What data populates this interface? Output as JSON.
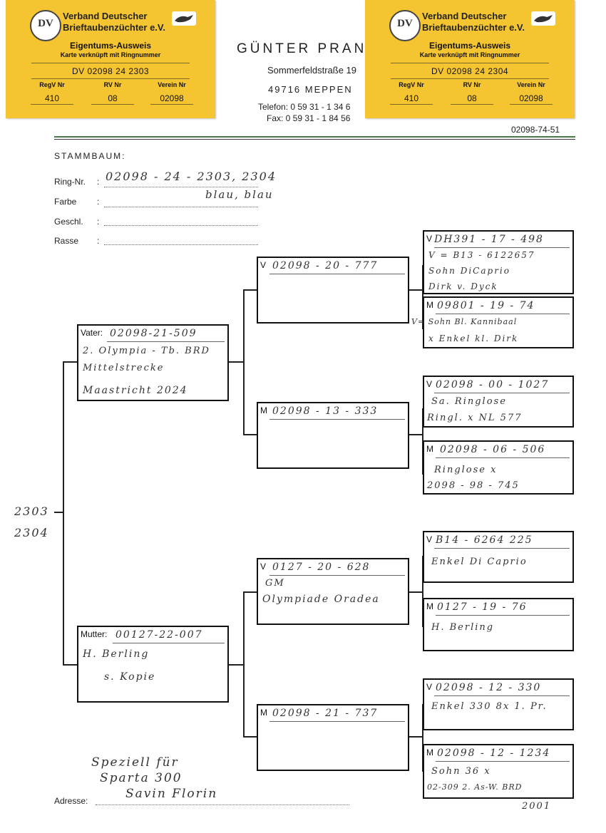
{
  "cards": [
    {
      "org_line1": "Verband Deutscher",
      "org_line2": "Brieftaubenzüchter e.V.",
      "title": "Eigentums-Ausweis",
      "subtitle": "Karte verknüpft mit Ringnummer",
      "ring_number": "DV 02098 24 2303",
      "regv_label": "RegV Nr",
      "regv_value": "410",
      "rv_label": "RV Nr",
      "rv_value": "08",
      "verein_label": "Verein Nr",
      "verein_value": "02098"
    },
    {
      "org_line1": "Verband Deutscher",
      "org_line2": "Brieftaubenzüchter e.V.",
      "title": "Eigentums-Ausweis",
      "subtitle": "Karte verknüpft mit Ringnummer",
      "ring_number": "DV 02098 24 2304",
      "regv_label": "RegV Nr",
      "regv_value": "410",
      "rv_label": "RV Nr",
      "rv_value": "08",
      "verein_label": "Verein Nr",
      "verein_value": "02098"
    }
  ],
  "logo_letters": "DV",
  "header": {
    "name": "GÜNTER PRAN",
    "street": "Sommerfeldstraße 19",
    "city": "49716 MEPPEN",
    "phone": "Telefon: 0 59 31 - 1 34 6",
    "fax": "Fax: 0 59 31 - 1 84 56",
    "code": "02098-74-51"
  },
  "form": {
    "heading": "STAMMBAUM:",
    "ring_label": "Ring-Nr.",
    "ring_value": "02098 - 24 - 2303, 2304",
    "farbe_label": "Farbe",
    "farbe_value": "blau, blau",
    "geschl_label": "Geschl.",
    "rasse_label": "Rasse",
    "colon": ":"
  },
  "root_label_line1": "2303",
  "root_label_line2": "2304",
  "pedigree": {
    "vater": {
      "tag": "Vater:",
      "ring": "02098-21-509",
      "notes": [
        "2. Olympia - Tb. BRD",
        "Mittelstrecke",
        "Maastricht 2024"
      ]
    },
    "mutter": {
      "tag": "Mutter:",
      "ring": "00127-22-007",
      "notes": [
        "H. Berling",
        "s. Kopie"
      ]
    },
    "vv": {
      "tag": "V",
      "ring": "02098 - 20 - 777"
    },
    "vm": {
      "tag": "M",
      "ring": "02098 - 13 - 333"
    },
    "mv": {
      "tag": "V",
      "ring": "0127 - 20 - 628",
      "notes": [
        "GM",
        "Olympiade Oradea"
      ]
    },
    "mm": {
      "tag": "M",
      "ring": "02098 - 21 - 737"
    },
    "vvv": {
      "tag": "V",
      "ring": "DH391 - 17 - 498",
      "notes": [
        "V = B13 - 6122657",
        "Sohn DiCaprio",
        "Dirk v. Dyck"
      ]
    },
    "vvm": {
      "tag": "M",
      "ring": "09801 - 19 - 74",
      "notes": [
        "V= Sohn Bl. Kannibaal",
        "x Enkel kl. Dirk"
      ]
    },
    "vmv": {
      "tag": "V",
      "ring": "02098 - 00 - 1027",
      "notes": [
        "Sa. Ringlose",
        "Ringl. x NL 577"
      ]
    },
    "vmm": {
      "tag": "M",
      "ring": "02098 - 06 - 506",
      "notes": [
        "Ringlose x",
        "2098 - 98 - 745"
      ]
    },
    "mvv": {
      "tag": "V",
      "ring": "B14 - 6264 225",
      "notes": [
        "Enkel Di Caprio"
      ]
    },
    "mvm": {
      "tag": "M",
      "ring": "0127 - 19 - 76",
      "notes": [
        "H. Berling"
      ]
    },
    "mmv": {
      "tag": "V",
      "ring": "02098 - 12 - 330",
      "notes": [
        "Enkel 330 8x 1. Pr."
      ]
    },
    "mmm": {
      "tag": "M",
      "ring": "02098 - 12 - 1234",
      "notes": [
        "Sohn 36 x",
        "02-309 2. As-W. BRD"
      ]
    }
  },
  "footer": {
    "note_line1": "Speziell für",
    "note_line2": "Sparta 300",
    "address_label": "Adresse:",
    "address_value": "Savin Florin",
    "year": "2001"
  },
  "colors": {
    "card_yellow": "#f5c531",
    "rule_green": "#4a7a4a"
  }
}
